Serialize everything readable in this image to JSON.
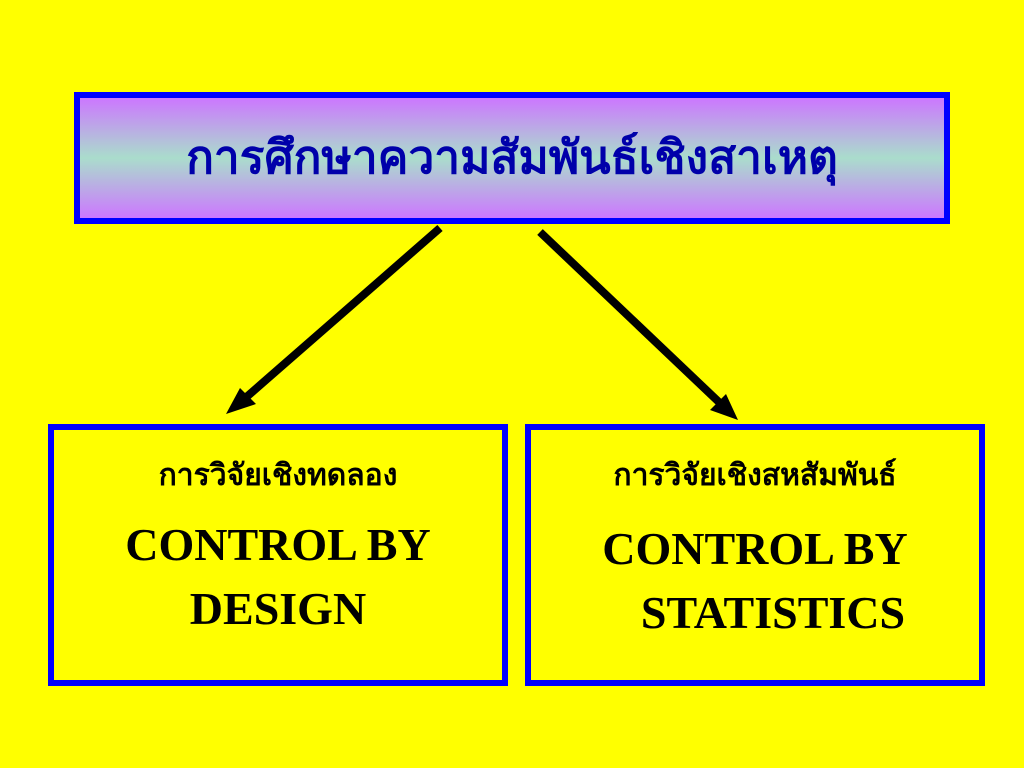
{
  "title": "การศึกษาความสัมพันธ์เชิงสาเหตุ",
  "left": {
    "thai": "การวิจัยเชิงทดลอง",
    "line1": "CONTROL BY",
    "line2": "DESIGN"
  },
  "right": {
    "thai": "การวิจัยเชิงสหสัมพันธ์",
    "line1": "CONTROL BY",
    "line2": "STATISTICS"
  },
  "colors": {
    "background": "#ffff00",
    "border": "#0000ff",
    "title_text": "#0000aa",
    "arrow": "#000000"
  }
}
